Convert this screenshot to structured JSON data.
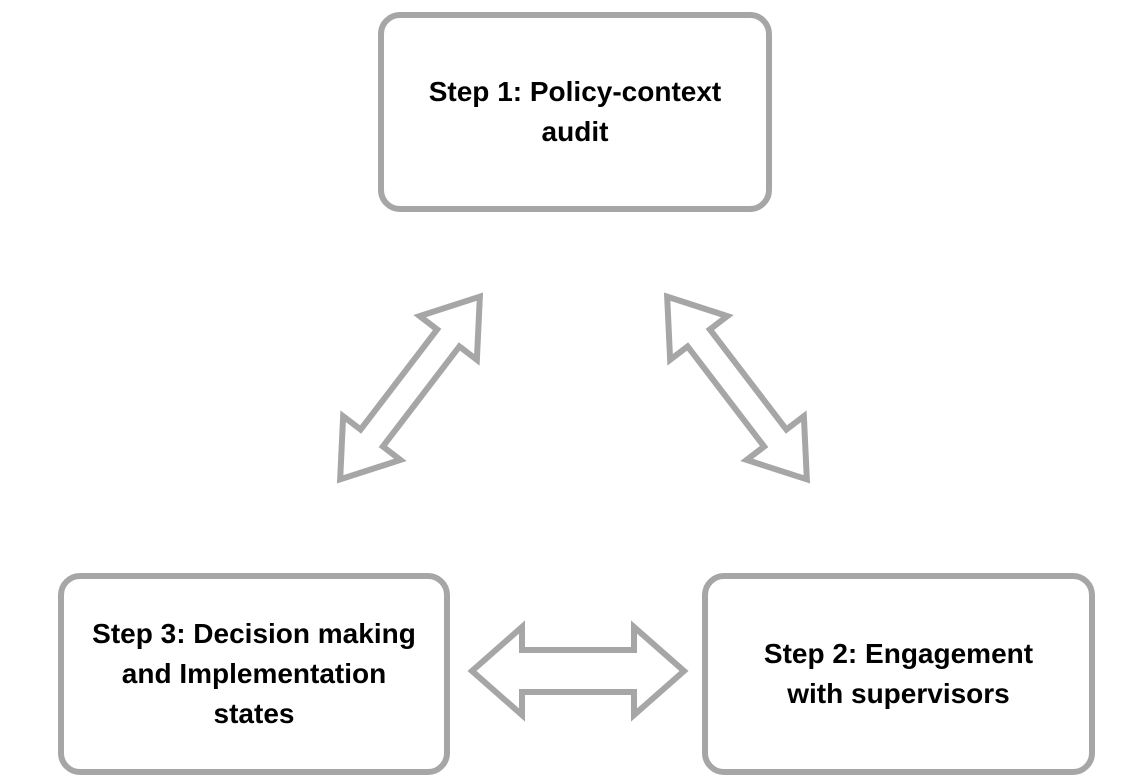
{
  "diagram": {
    "type": "cycle",
    "colors": {
      "background": "#ffffff",
      "node_fill": "#ffffff",
      "node_border": "#a6a6a6",
      "connector": "#a6a6a6",
      "text": "#000000"
    },
    "nodes": [
      {
        "id": "step-1",
        "label": "Step 1: Policy-context audit",
        "lines": [
          "Step 1: Policy-context",
          "audit"
        ]
      },
      {
        "id": "step-2",
        "label": "Step 2: Engagement with supervisors",
        "lines": [
          "Step 2: Engagement",
          "with supervisors"
        ]
      },
      {
        "id": "step-3",
        "label": "Step 3: Decision making and Implementation states",
        "lines": [
          "Step 3: Decision making",
          "and Implementation",
          "states"
        ]
      }
    ],
    "connectors": [
      {
        "from": "step-1",
        "to": "step-3",
        "bidirectional": true
      },
      {
        "from": "step-1",
        "to": "step-2",
        "bidirectional": true
      },
      {
        "from": "step-3",
        "to": "step-2",
        "bidirectional": true
      }
    ]
  }
}
